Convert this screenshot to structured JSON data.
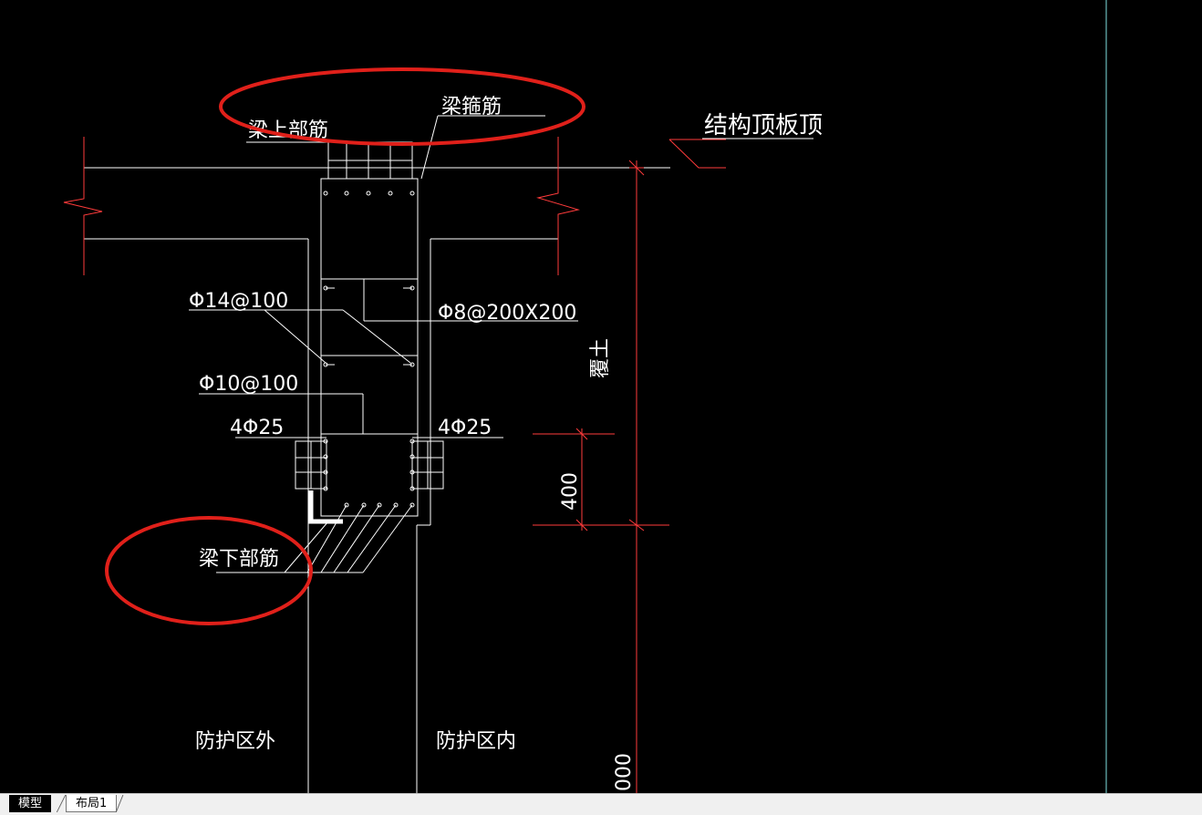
{
  "drawing": {
    "labels": {
      "beam_top_rebar": "梁上部筋",
      "beam_stirrup": "梁箍筋",
      "structure_top_slab": "结构顶板顶",
      "rebar_phi14": "Φ14@100",
      "rebar_phi8": "Φ8@200X200",
      "rebar_phi10": "Φ10@100",
      "rebar_left": "4Φ25",
      "rebar_right": "4Φ25",
      "beam_bottom_rebar": "梁下部筋",
      "outside_zone": "防护区外",
      "inside_zone": "防护区内",
      "dim_400": "400",
      "dim_vertical_text": "覆土",
      "dim_bottom_partial": "000"
    },
    "colors": {
      "background": "#000000",
      "lines": "#ffffff",
      "dimension": "#ff3b3b",
      "highlight": "#e0201a",
      "frame_line": "#7fe0e0"
    }
  },
  "tabs": [
    {
      "label": "模型",
      "active": true
    },
    {
      "label": "布局1",
      "active": false
    }
  ]
}
